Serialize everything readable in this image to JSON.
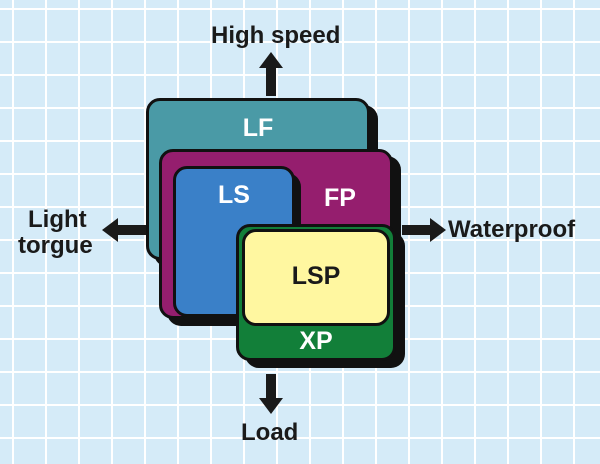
{
  "directions": {
    "up": "High speed",
    "down": "Load",
    "left_line1": "Light",
    "left_line2": "torgue",
    "right": "Waterproof"
  },
  "regions": {
    "lf": {
      "label": "LF",
      "color": "#4a9aa6"
    },
    "fp": {
      "label": "FP",
      "color": "#951e6e"
    },
    "ls": {
      "label": "LS",
      "color": "#3a80c8"
    },
    "xp": {
      "label": "XP",
      "color": "#127f39"
    },
    "lsp": {
      "label": "LSP",
      "color": "#fff7a0"
    }
  }
}
